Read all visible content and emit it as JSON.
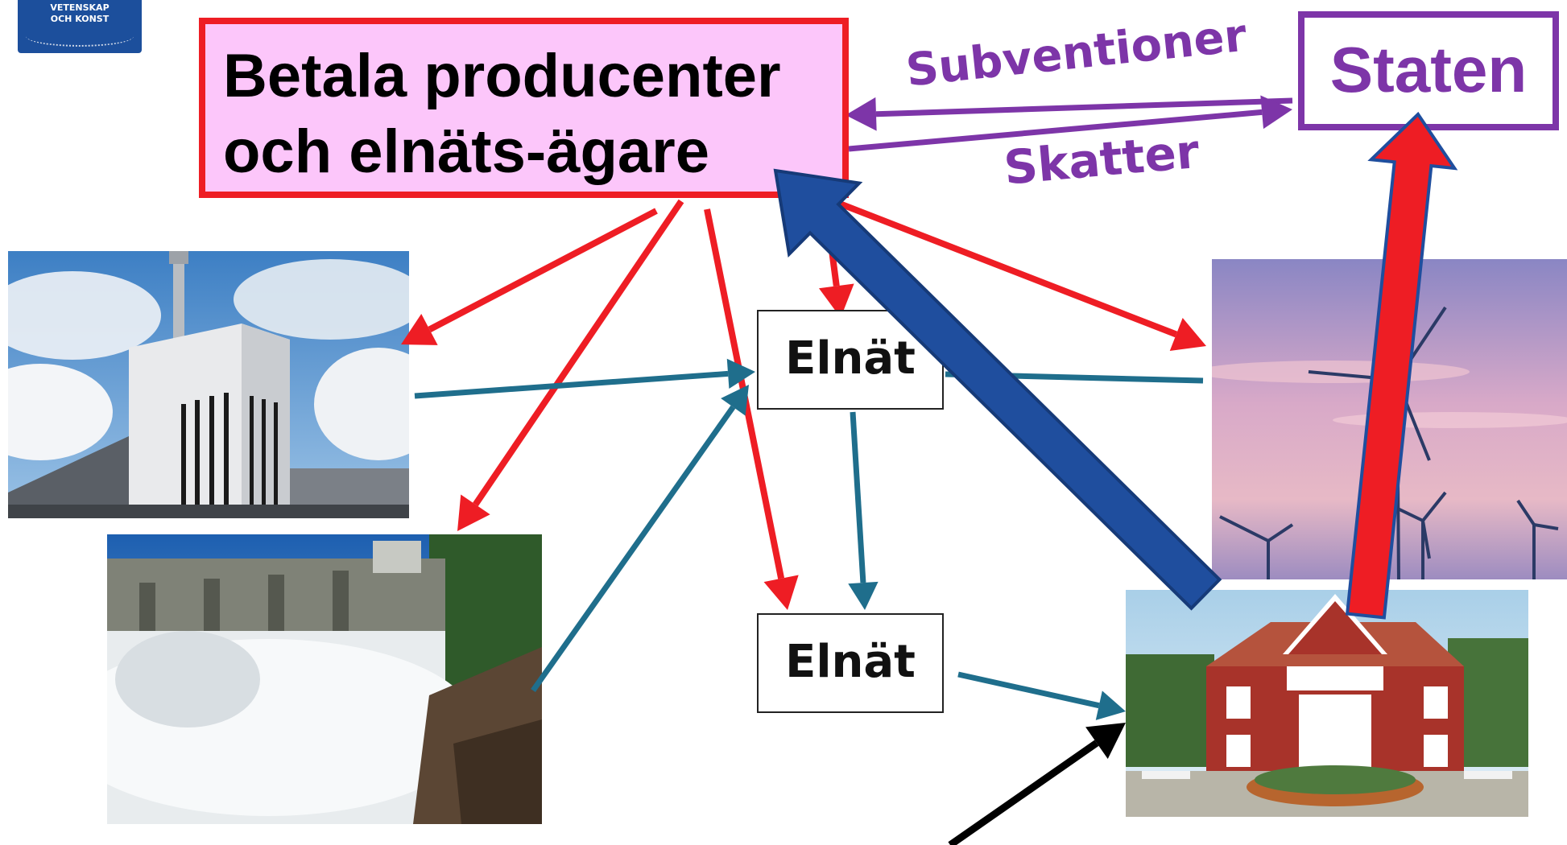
{
  "logo": {
    "line1": "VETENSKAP",
    "line2": "OCH KONST"
  },
  "payer_box": {
    "line1": "Betala producenter",
    "line2": "och elnäts-ägare"
  },
  "state_box": {
    "label": "Staten"
  },
  "labels": {
    "subsidies": "Subventioner",
    "taxes": "Skatter"
  },
  "grid_boxes": {
    "upper": "Elnät",
    "lower": "Elnät"
  },
  "colors": {
    "payment": "#ee1d24",
    "power_flow": "#1f6e8c",
    "household_payment": "#1f4e9e",
    "state": "#7d35a8",
    "payer_fill": "#fcc6fa"
  }
}
